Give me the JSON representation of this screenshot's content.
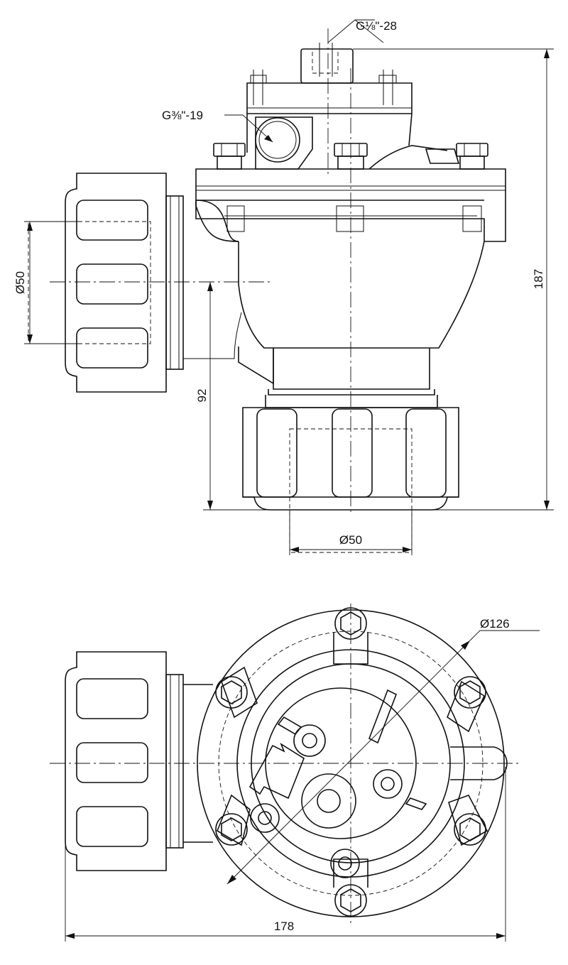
{
  "labels": {
    "port_top": "G⅛\"-28",
    "port_side": "G⅜\"-19",
    "dia_inlet": "Ø50",
    "dia_outlet": "Ø50",
    "height_total": "187",
    "height_axis": "92",
    "dia_flange": "Ø126",
    "width_total": "178"
  },
  "colors": {
    "line": "#111111",
    "background": "#ffffff"
  }
}
